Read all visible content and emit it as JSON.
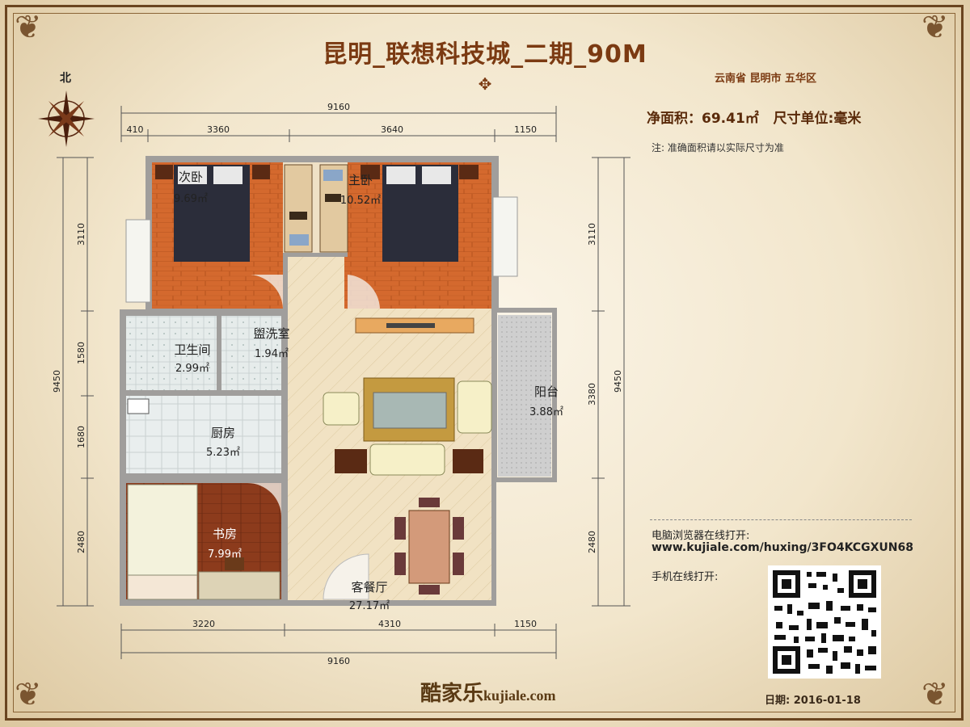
{
  "header": {
    "title": "昆明_联想科技城_二期_90M",
    "location": "云南省 昆明市 五华区",
    "north_label": "北"
  },
  "info": {
    "net_area_label": "净面积：",
    "net_area_value": "69.41㎡",
    "unit_label": "尺寸单位:毫米",
    "note": "注: 准确面积请以实际尺寸为准"
  },
  "dimensions": {
    "top_total": "9160",
    "top_segments": [
      "410",
      "3360",
      "3640",
      "1150"
    ],
    "bottom_segments": [
      "3220",
      "4310",
      "1150"
    ],
    "bottom_total": "9160",
    "left_total": "9450",
    "left_segments": [
      "3110",
      "1580",
      "1680",
      "2480"
    ],
    "right_total": "9450",
    "right_segments": [
      "3110",
      "3380",
      "2480"
    ]
  },
  "rooms": [
    {
      "name": "次卧",
      "area": "9.69㎡"
    },
    {
      "name": "主卧",
      "area": "10.52㎡"
    },
    {
      "name": "卫生间",
      "area": "2.99㎡"
    },
    {
      "name": "盥洗室",
      "area": "1.94㎡"
    },
    {
      "name": "厨房",
      "area": "5.23㎡"
    },
    {
      "name": "阳台",
      "area": "3.88㎡"
    },
    {
      "name": "书房",
      "area": "7.99㎡"
    },
    {
      "name": "客餐厅",
      "area": "27.17㎡"
    }
  ],
  "online": {
    "browser_label": "电脑浏览器在线打开:",
    "url": "www.kujiale.com/huxing/3FO4KCGXUN68",
    "mobile_label": "手机在线打开:"
  },
  "footer": {
    "brand_cn": "酷家乐",
    "brand_en": "kujiale.com",
    "date": "日期: 2016-01-18"
  },
  "colors": {
    "title": "#7b3a12",
    "frame": "#6a4520",
    "wall": "#a09e9c",
    "wood_floor": "#d4692e",
    "tile": "#e6eceb",
    "living_floor": "#f1e2c3"
  },
  "icons": [
    "compass-rose-icon",
    "corner-ornament-icon",
    "title-ornament-icon",
    "qr-code-icon"
  ]
}
